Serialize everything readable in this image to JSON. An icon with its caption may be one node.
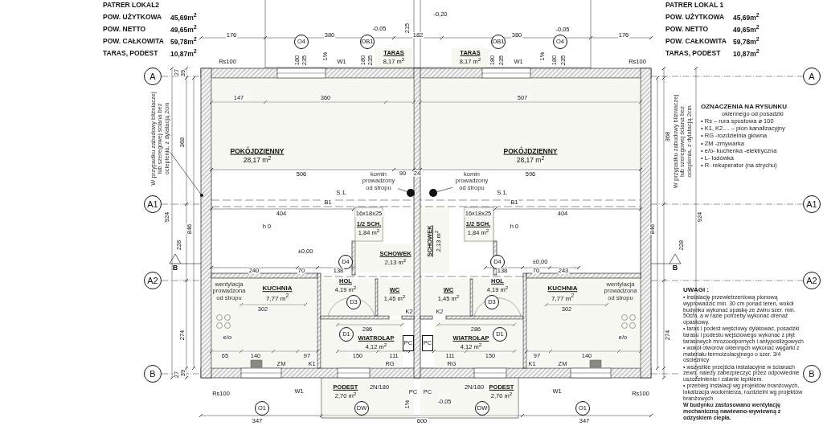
{
  "diagram": {
    "nodes": [
      {
        "text": [
          "TARAS",
          "8,17 m$^{2}$"
        ]
      },
      {
        "text": [
          "TARAS",
          "8,17 m$^{2}$"
        ]
      },
      {
        "text": [
          "POKÓJDZIENNY",
          "28,17 m$^{2}$"
        ]
      },
      {
        "text": [
          "POKÓJDZIENNY",
          "28,17 m$^{2}$"
        ]
      },
      {
        "text": [
          "1/2 SCH.",
          "1,84 m$^{2}$"
        ]
      },
      {
        "text": [
          "SCHOWEK",
          "2,13 m$^{2}$"
        ]
      },
      {
        "text": [
          "1/2 SCH.",
          "1,84 m$^{2}$"
        ]
      },
      {
        "text": [
          "SCHOWEK",
          "2,13 m$^{2}$"
        ]
      },
      {
        "text": [
          "KUCHNIA",
          "7,77 m$^{2}$"
        ]
      },
      {
        "text": [
          "HOL",
          "4,19 m$^{2}$"
        ]
      },
      {
        "text": [
          "WC",
          "1,45 m$^{2}$"
        ]
      },
      {
        "text": [
          "WIATROŁAP",
          "4,12 m$^{2}$"
        ]
      },
      {
        "text": [
          "WC",
          "1,45 m$^{2}$"
        ]
      },
      {
        "text": [
          "HOL",
          "4,19 m$^{2}$"
        ]
      },
      {
        "text": [
          "WIATROŁAP",
          "4,12 m$^{2}$"
        ]
      },
      {
        "text": [
          "KUCHNIA",
          "7,77 m$^{2}$"
        ]
      },
      {
        "text": [
          "PC"
        ]
      },
      {
        "text": [
          "PC"
        ]
      },
      {
        "text": [
          "PODEST",
          "2,70 m$^{2}$"
        ]
      },
      {
        "text": [
          "PODEST",
          "2,70 m$^{2}$"
        ]
      },
      {
        "text": [
          "A"
        ]
      },
      {
        "text": [
          "A1"
        ]
      },
      {
        "text": [
          "A2"
        ]
      },
      {
        "text": [
          "B"
        ]
      },
      {
        "text": [
          "A"
        ]
      },
      {
        "text": [
          "A1"
        ]
      },
      {
        "text": [
          "A2"
        ]
      },
      {
        "text": [
          "B"
        ]
      },
      {
        "text": [
          "O4"
        ]
      },
      {
        "text": [
          "OB1"
        ]
      },
      {
        "text": [
          "OB1"
        ]
      },
      {
        "text": [
          "O4"
        ]
      },
      {
        "text": [
          "D4"
        ]
      },
      {
        "text": [
          "D4"
        ]
      },
      {
        "text": [
          "D3"
        ],
        "in": 9
      },
      {
        "text": [
          "D3"
        ],
        "in": 13
      },
      {
        "text": [
          "D1"
        ],
        "in": 11
      },
      {
        "text": [
          "D1"
        ],
        "in": 14
      },
      {
        "text": [
          "DW"
        ],
        "in": 18
      },
      {
        "text": [
          "DW"
        ],
        "in": 19
      },
      {
        "text": [
          "O1"
        ]
      },
      {
        "text": [
          "O1"
        ]
      },
      {
        "text": [
          "W przypadku zabudowy bliźniaczej lub szeregowej ściana bez ocieplenia, z dylatacją 2cm"
        ]
      },
      {
        "text": [
          "komin prowadzony od stropu"
        ]
      },
      {
        "text": [],
        "shape": "circle"
      },
      {
        "text": [
          "komin prowadzony od stropu"
        ]
      },
      {
        "text": [],
        "shape": "circle"
      }
    ],
    "edges": [
      {
        "from": 42,
        "to": null,
        "arrow": "other"
      },
      {
        "from": 43,
        "to": 44,
        "arrow": "none"
      },
      {
        "from": 45,
        "to": 46,
        "arrow": "none"
      }
    ],
    "labels": [
      "PATRER LOKAL2",
      "POW. UŻYTKOWA",
      "45,69m$^{2}$",
      "POW. NETTO",
      "49,65m$^{2}$",
      "POW. CAŁKOWITA",
      "59,78m$^{2}$",
      "TARAS, PODEST",
      "10,87m$^{2}$",
      "PATRER LOKAL 1",
      "POW. UŻYTKOWA",
      "45,69m$^{2}$",
      "POW. NETTO",
      "49,65m$^{2}$",
      "POW. CAŁKOWITA",
      "59,78m$^{2}$",
      "TARAS, PODEST",
      "10,87m$^{2}$",
      "-0,20",
      "176",
      "380",
      "-0,05",
      "215",
      "182",
      "380",
      "-0,05",
      "176",
      "Rs100",
      "180",
      "235",
      "1%",
      "W1",
      "180",
      "235",
      "180",
      "235",
      "W1",
      "1%",
      "180",
      "235",
      "Rs100",
      "147",
      "360",
      "507",
      "506",
      "90",
      "24",
      "596",
      "S.1.",
      "S.1.",
      "B1",
      "B1",
      "404",
      "16x18x25",
      "16x18x25",
      "404",
      "h 0",
      "h 0",
      "±0,00",
      "±0,00",
      "240",
      "70",
      "138",
      "138",
      "70",
      "243",
      "wentylacja prowadzona od stropu",
      "wentylacja prowadzona od stropu",
      "302",
      "K2",
      "K2",
      "302",
      "286",
      "286",
      "e/o",
      "e/o",
      "65",
      "140",
      "97",
      "150",
      "111",
      "111",
      "150",
      "97",
      "140",
      "ZM",
      "K1",
      "RG",
      "RG",
      "K1",
      "ZM",
      "Rs100",
      "W1",
      "2N/180",
      "PC",
      "PC",
      "2N/180",
      "W1",
      "Rs100",
      "1%",
      "-0,05",
      "347",
      "600",
      "347",
      "27",
      "39",
      "368",
      "924",
      "846",
      "228",
      "B",
      "274",
      "27",
      "39",
      "368",
      "W przypadku zabudowy bliźniaczej lub szeregowej ściana bez ocieplenia, z dylatacją 2cm",
      "924",
      "846",
      "228",
      "B",
      "274",
      "OZNACZENIA NA RYSUNKU",
      "okiennego od posadzki",
      "• Rs – rura spustowa ø 100",
      "• K1, K2.... – pion kanalizacyjny",
      "• RG -rozdzielnia główna",
      "• ZM -zmywarka",
      "• e/o- kuchenka -elektryczna",
      "• L- lodówka",
      "• R- rekuperator (na strychu)",
      "UWAGI :",
      "• instalację przewietrzeniową pionową wyprowadzić min. 30 cm ponad teren, wokół budynku wykonać opaskę ze żwiru szer. min. 50cm, a w razie potrzeby wykonać drenaż opaskowy.",
      "• taras i podest wejściowy dylatować, posadzki tarasu i podestu wejściowego wykonać z płyt tarasowych mrozoodpornych i antypoślizgowych",
      "• wokół otworów okiennych wykonać węgarki z materiału termoizolacyjnego o szer. 3/4 ościeżnicy",
      "• wszystkie przejścia instalacyjne w ścianach zewn. należy zabezpieczyć przez odpowiednie uszczelnienie i zalanie lepikiem.",
      "• przebieg instalacji wg projektów branżowych, lokalizacja wodomierza, rozdzielni wg projektów branżowych",
      "W budynku zastosowano wentylację mechaniczną nawiewno-wywiewną z odzyskiem ciepła."
    ]
  }
}
